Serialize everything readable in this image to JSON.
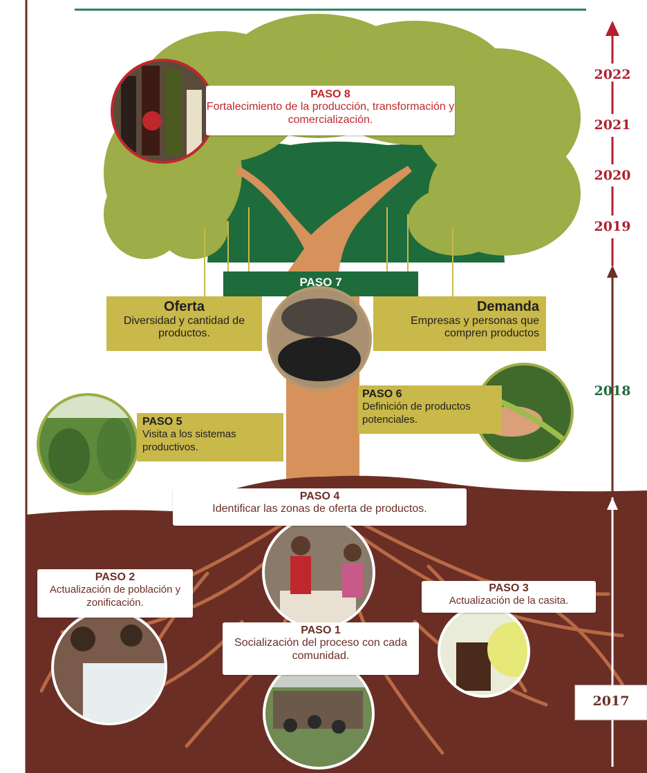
{
  "colors": {
    "canopy_light": "#9dad47",
    "canopy_dark": "#1e6b3b",
    "trunk": "#d6925a",
    "soil": "#6b2e25",
    "root": "#b86a45",
    "label_red": "#c0272d",
    "label_green": "#1e6b3b",
    "label_yellow": "#c9b84a",
    "arrow_red": "#b0202e",
    "arrow_brown": "#6b2e25",
    "arrow_white": "#ffffff"
  },
  "steps": {
    "paso8": {
      "title": "PASO 8",
      "text": "Fortalecimiento de la producción, transformación y comercialización."
    },
    "paso7": {
      "title": "PASO 7"
    },
    "oferta": {
      "title": "Oferta",
      "text": "Diversidad y cantidad de productos."
    },
    "demanda": {
      "title": "Demanda",
      "text": "Empresas y personas que compren productos"
    },
    "paso6": {
      "title": "PASO 6",
      "text": "Definición de productos potenciales."
    },
    "paso5": {
      "title": "PASO 5",
      "text": "Visita a los sistemas productivos."
    },
    "paso4": {
      "title": "PASO 4",
      "text": "Identificar las zonas de oferta de productos."
    },
    "paso2": {
      "title": "PASO 2",
      "text": "Actualización de población y zonificación."
    },
    "paso3": {
      "title": "PASO 3",
      "text": "Actualización de la casita."
    },
    "paso1": {
      "title": "PASO 1",
      "text": "Socialización del proceso con cada comunidad."
    }
  },
  "photos": {
    "paso8": "product-bottles-photo",
    "paso7": "seeds-basket-photo",
    "paso6": "plant-hand-photo",
    "paso5": "field-visit-photo",
    "paso4": "community-meeting-photo",
    "paso2": "mapping-photo",
    "paso3": "drawing-photo",
    "paso1": "community-gathering-photo"
  },
  "timeline": {
    "years_top": [
      "2022",
      "2021",
      "2020",
      "2019"
    ],
    "year_mid": "2018",
    "year_bottom": "2017"
  }
}
